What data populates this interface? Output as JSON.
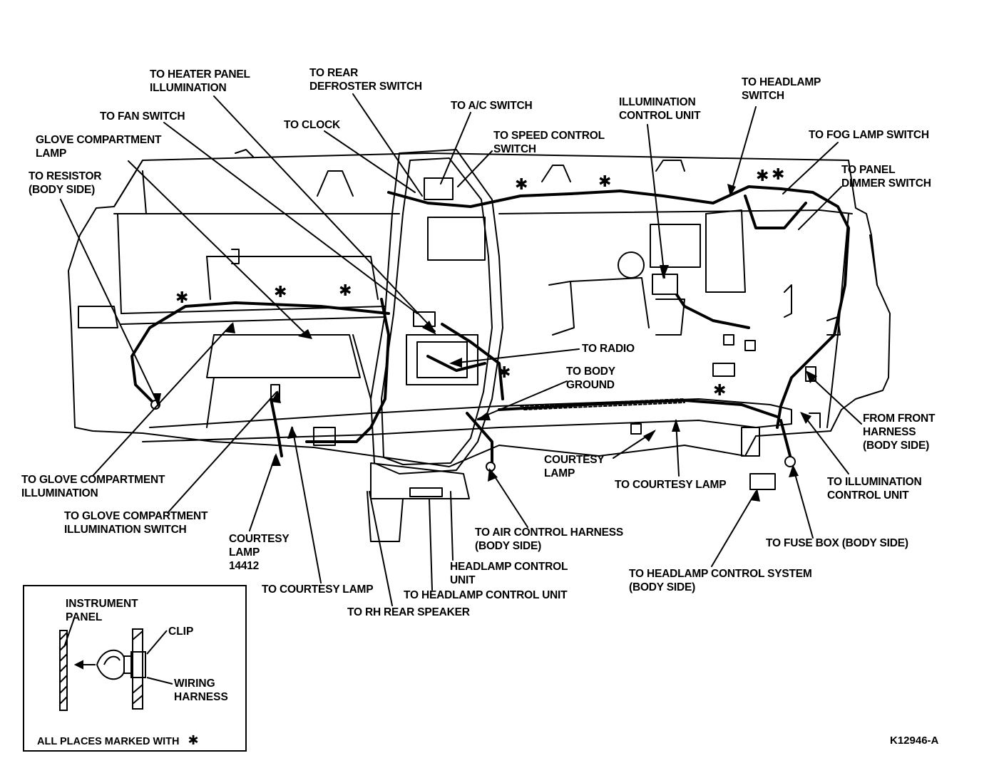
{
  "labels": {
    "heater_panel": [
      "TO HEATER PANEL",
      "ILLUMINATION"
    ],
    "rear_defroster": [
      "TO REAR",
      "DEFROSTER SWITCH"
    ],
    "ac_switch": [
      "TO A/C SWITCH"
    ],
    "fan_switch": [
      "TO FAN SWITCH"
    ],
    "clock": [
      "TO CLOCK"
    ],
    "speed_control": [
      "TO SPEED CONTROL",
      "SWITCH"
    ],
    "illumination_cu": [
      "ILLUMINATION",
      "CONTROL UNIT"
    ],
    "headlamp_switch": [
      "TO HEADLAMP",
      "SWITCH"
    ],
    "fog_lamp": [
      "TO FOG LAMP SWITCH"
    ],
    "panel_dimmer": [
      "TO PANEL",
      "DIMMER SWITCH"
    ],
    "glove_lamp": [
      "GLOVE COMPARTMENT",
      "LAMP"
    ],
    "resistor": [
      "TO RESISTOR",
      "(BODY SIDE)"
    ],
    "radio": [
      "TO RADIO"
    ],
    "body_ground": [
      "TO BODY",
      "GROUND"
    ],
    "front_harness": [
      "FROM FRONT",
      "HARNESS",
      "(BODY SIDE)"
    ],
    "courtesy_lamp_mid": [
      "COURTESY",
      "LAMP"
    ],
    "to_courtesy_lamp_right": [
      "TO COURTESY LAMP"
    ],
    "to_illumination_cu": [
      "TO ILLUMINATION",
      "CONTROL UNIT"
    ],
    "glove_illum": [
      "TO GLOVE COMPARTMENT",
      "ILLUMINATION"
    ],
    "glove_illum_switch": [
      "TO GLOVE COMPARTMENT",
      "ILLUMINATION SWITCH"
    ],
    "courtesy_14412": [
      "COURTESY",
      "LAMP",
      "14412"
    ],
    "air_control": [
      "TO AIR CONTROL HARNESS",
      "(BODY SIDE)"
    ],
    "headlamp_cu": [
      "HEADLAMP CONTROL",
      "UNIT"
    ],
    "fuse_box": [
      "TO FUSE BOX (BODY SIDE)"
    ],
    "headlamp_cs": [
      "TO HEADLAMP CONTROL SYSTEM",
      "(BODY SIDE)"
    ],
    "to_courtesy_lamp_low": [
      "TO COURTESY LAMP"
    ],
    "to_headlamp_cu": [
      "TO HEADLAMP CONTROL UNIT"
    ],
    "rh_speaker": [
      "TO RH REAR SPEAKER"
    ]
  },
  "inset": {
    "instrument_panel": [
      "INSTRUMENT",
      "PANEL"
    ],
    "clip": "CLIP",
    "wiring_harness": [
      "WIRING",
      "HARNESS"
    ],
    "note": "ALL PLACES MARKED WITH",
    "note_symbol": "✱"
  },
  "figure_id": "K12946-A",
  "asterisk": "✱"
}
